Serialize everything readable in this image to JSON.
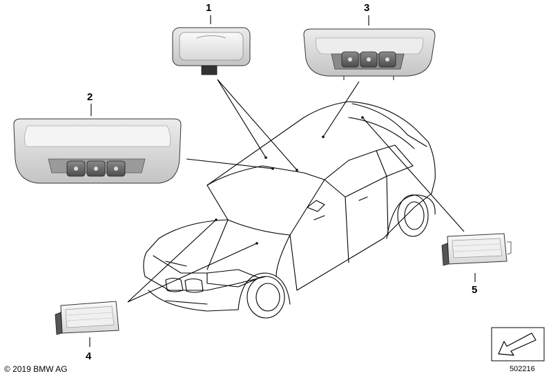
{
  "callouts": [
    "1",
    "2",
    "3",
    "4",
    "5"
  ],
  "footer": {
    "copyright": "© 2019 BMW AG",
    "diagram_number": "502216"
  },
  "icons": {
    "part_1": "front-interior-light-icon",
    "part_2": "rear-roof-console-light-icon",
    "part_3": "front-roof-console-light-icon",
    "part_4": "footwell-light-icon",
    "part_5": "luggage-compartment-light-icon",
    "car": "hatchback-car-outline-icon",
    "arrow": "direction-arrow-icon"
  },
  "colors": {
    "line": "#000000",
    "part_fill": "#d9d9d9",
    "part_dark": "#555555",
    "button_fill": "#6e6e6e",
    "lens": "#f2f2f2"
  }
}
